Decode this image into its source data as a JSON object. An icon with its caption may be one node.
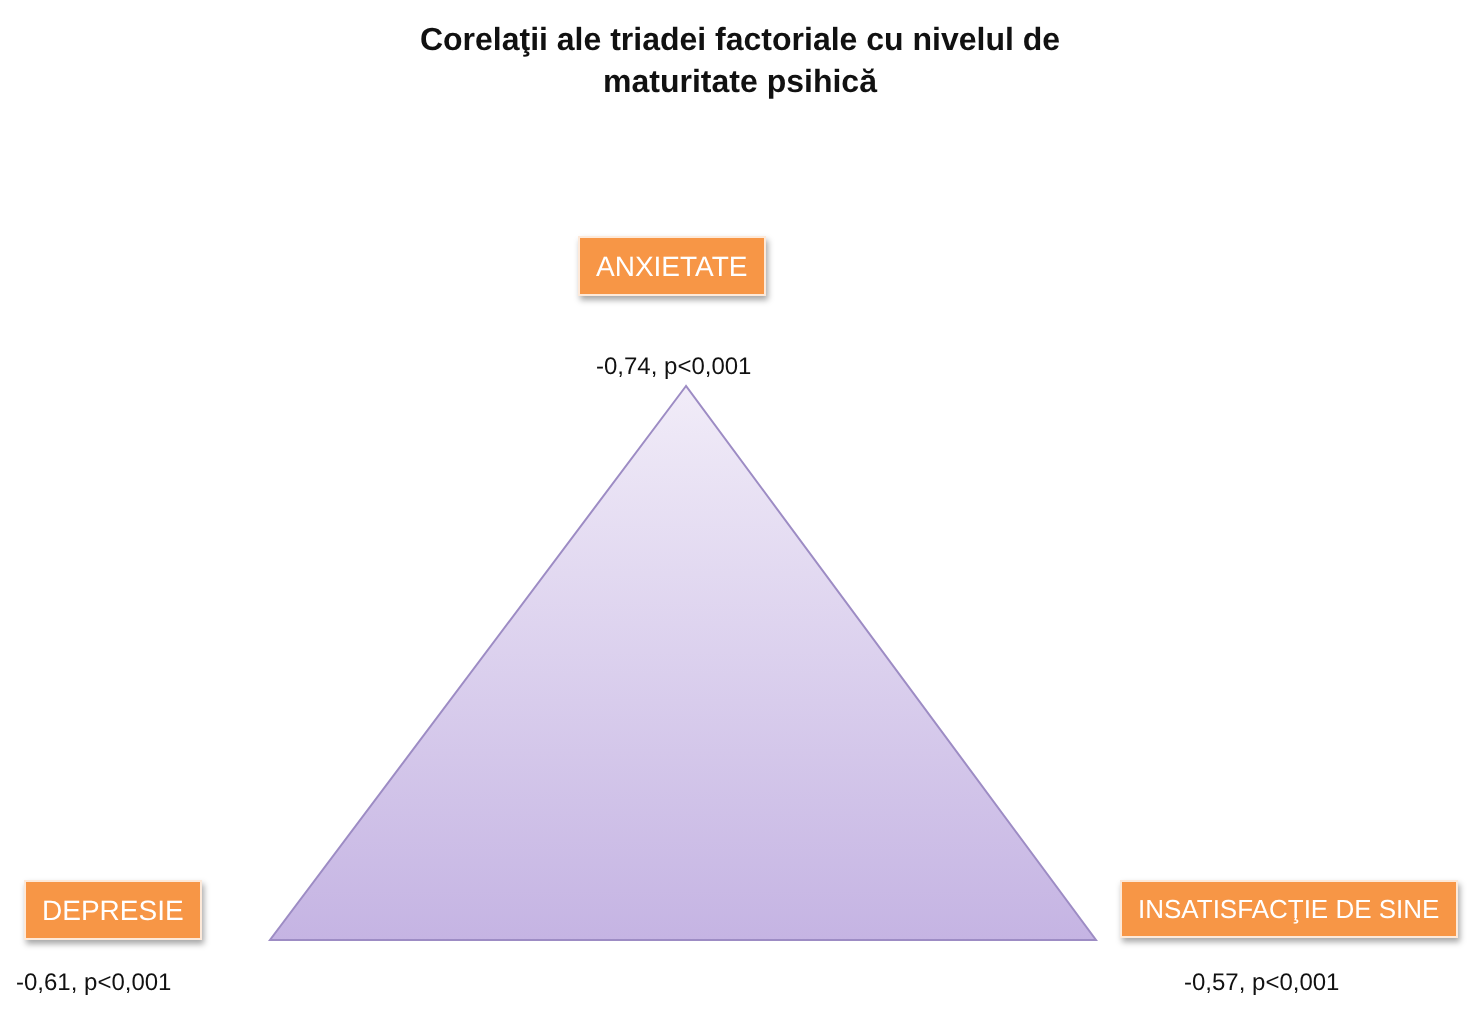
{
  "diagram": {
    "title": "Corelaţii ale triadei factoriale cu nivelul de maturitate psihică",
    "nodes": [
      {
        "text": [
          "ANXIETATE"
        ],
        "beside": [
          "-0,74, p<0,001"
        ]
      },
      {
        "text": [
          "DEPRESIE"
        ],
        "beside": [
          "-0,61, p<0,001"
        ]
      },
      {
        "text": [
          "INSATISFACŢIE DE SINE"
        ],
        "beside": [
          "-0,57, p<0,001"
        ]
      }
    ]
  }
}
